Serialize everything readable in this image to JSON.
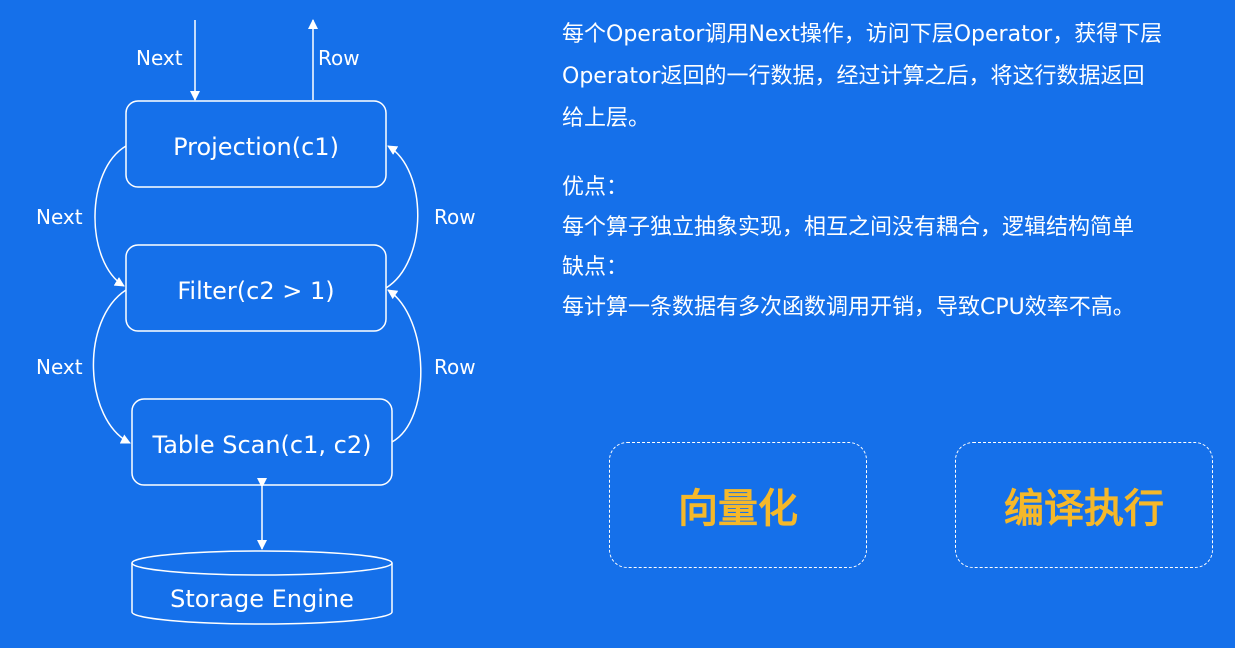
{
  "diagram": {
    "nodes": {
      "projection": "Projection(c1)",
      "filter": "Filter(c2 > 1)",
      "scan": "Table Scan(c1, c2)",
      "storage": "Storage Engine"
    },
    "edges": {
      "top_next": "Next",
      "top_row": "Row",
      "next_1": "Next",
      "row_1": "Row",
      "next_2": "Next",
      "row_2": "Row"
    }
  },
  "description": {
    "lines": [
      "每个Operator调用Next操作，访问下层Operator，获得下层",
      "Operator返回的一行数据，经过计算之后，将这行数据返回",
      "给上层。"
    ]
  },
  "pros_cons": {
    "pros_title": "优点：",
    "pros_text": "每个算子独立抽象实现，相互之间没有耦合，逻辑结构简单",
    "cons_title": "缺点：",
    "cons_text": "每计算一条数据有多次函数调用开销，导致CPU效率不高。"
  },
  "options": {
    "vectorization": "向量化",
    "compiled": "编译执行"
  },
  "colors": {
    "background": "#1570ea",
    "accent": "#f5b82a",
    "line": "#ffffff"
  }
}
